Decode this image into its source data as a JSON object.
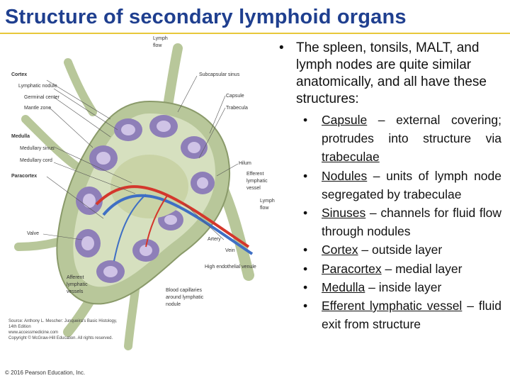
{
  "title": "Structure of secondary lymphoid organs",
  "diagram": {
    "labels": {
      "lymph_flow_top_1": "Lymph",
      "lymph_flow_top_2": "flow",
      "cortex": "Cortex",
      "lymphatic_nodule": "Lymphatic nodule",
      "germinal_center": "Germinal center",
      "mantle_zone": "Mantle zone",
      "subcapsular_sinus": "Subcapsular sinus",
      "capsule": "Capsule",
      "trabecula": "Trabecula",
      "medulla": "Medulla",
      "medullary_sinus": "Medullary sinus",
      "medullary_cord": "Medullary cord",
      "hilum": "Hilum",
      "paracortex": "Paracortex",
      "efferent_1": "Efferent",
      "efferent_2": "lymphatic",
      "efferent_3": "vessel",
      "lymph_flow_side_1": "Lymph",
      "lymph_flow_side_2": "flow",
      "valve": "Valve",
      "artery": "Artery",
      "vein": "Vein",
      "hev": "High endothelial venule",
      "afferent_1": "Afferent",
      "afferent_2": "lymphatic",
      "afferent_3": "vessels",
      "blood_cap_1": "Blood capillaries",
      "blood_cap_2": "around lymphatic",
      "blood_cap_3": "nodule"
    },
    "source_lines": [
      "Source: Anthony L. Mescher: Junqueira's Basic Histology,",
      "14th Edition",
      "www.accessmedicine.com",
      "Copyright © McGraw-Hill Education. All rights reserved."
    ]
  },
  "copyright": "© 2016 Pearson Education, Inc.",
  "main_bullet": "The spleen, tonsils, MALT, and lymph nodes are quite similar anatomically, and all have these structures:",
  "sub_bullets": [
    {
      "term": "Capsule",
      "text": " – external covering; protrudes into structure via ",
      "extra": "trabeculae",
      "tail": ""
    },
    {
      "term": "Nodules",
      "text": " – units of lymph node segregated by trabeculae",
      "extra": "",
      "tail": ""
    },
    {
      "term": "Sinuses",
      "text": " – channels for fluid flow through nodules",
      "extra": "",
      "tail": ""
    },
    {
      "term": "Cortex",
      "text": " – outside layer",
      "extra": "",
      "tail": ""
    },
    {
      "term": "Paracortex",
      "text": " – medial layer",
      "extra": "",
      "tail": ""
    },
    {
      "term": "Medulla",
      "text": " – inside layer",
      "extra": "",
      "tail": ""
    },
    {
      "term": "Efferent lymphatic vessel",
      "text": " – fluid exit from structure",
      "extra": "",
      "tail": ""
    }
  ],
  "colors": {
    "title": "#1f3f8f",
    "title_rule": "#e8c83a",
    "capsule": "#b8c79a",
    "nodule": "#8e7fb8",
    "germinal": "#cfc3e6",
    "artery": "#d4372c",
    "vein": "#3f6fc4"
  }
}
